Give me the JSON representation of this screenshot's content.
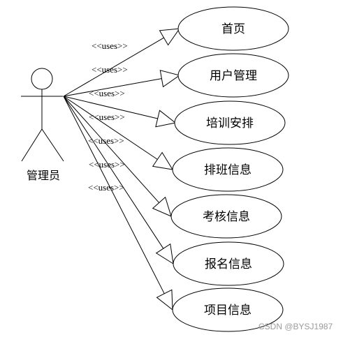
{
  "actor": {
    "label": "管理员"
  },
  "stereotype": "<<uses>>",
  "use_cases": [
    {
      "label": "首页"
    },
    {
      "label": "用户管理"
    },
    {
      "label": "培训安排"
    },
    {
      "label": "排班信息"
    },
    {
      "label": "考核信息"
    },
    {
      "label": "报名信息"
    },
    {
      "label": "项目信息"
    }
  ],
  "watermark": "CSDN @BYSJ1987"
}
